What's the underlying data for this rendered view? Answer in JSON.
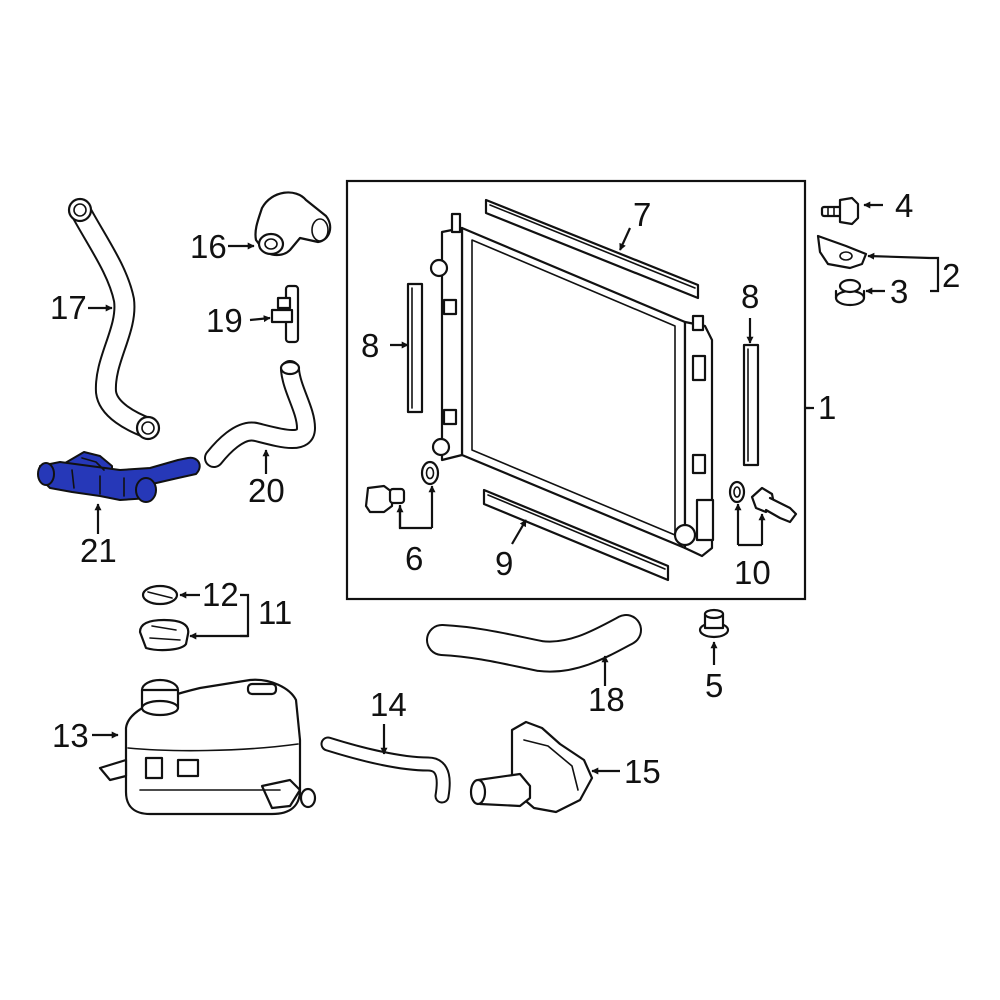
{
  "diagram": {
    "highlight_color": "#2638b8",
    "highlighted_part": "21",
    "callouts": {
      "c1": "1",
      "c2": "2",
      "c3": "3",
      "c4": "4",
      "c5": "5",
      "c6": "6",
      "c7": "7",
      "c8a": "8",
      "c8b": "8",
      "c9": "9",
      "c10": "10",
      "c11": "11",
      "c12": "12",
      "c13": "13",
      "c14": "14",
      "c15": "15",
      "c16": "16",
      "c17": "17",
      "c18": "18",
      "c19": "19",
      "c20": "20",
      "c21": "21"
    }
  }
}
